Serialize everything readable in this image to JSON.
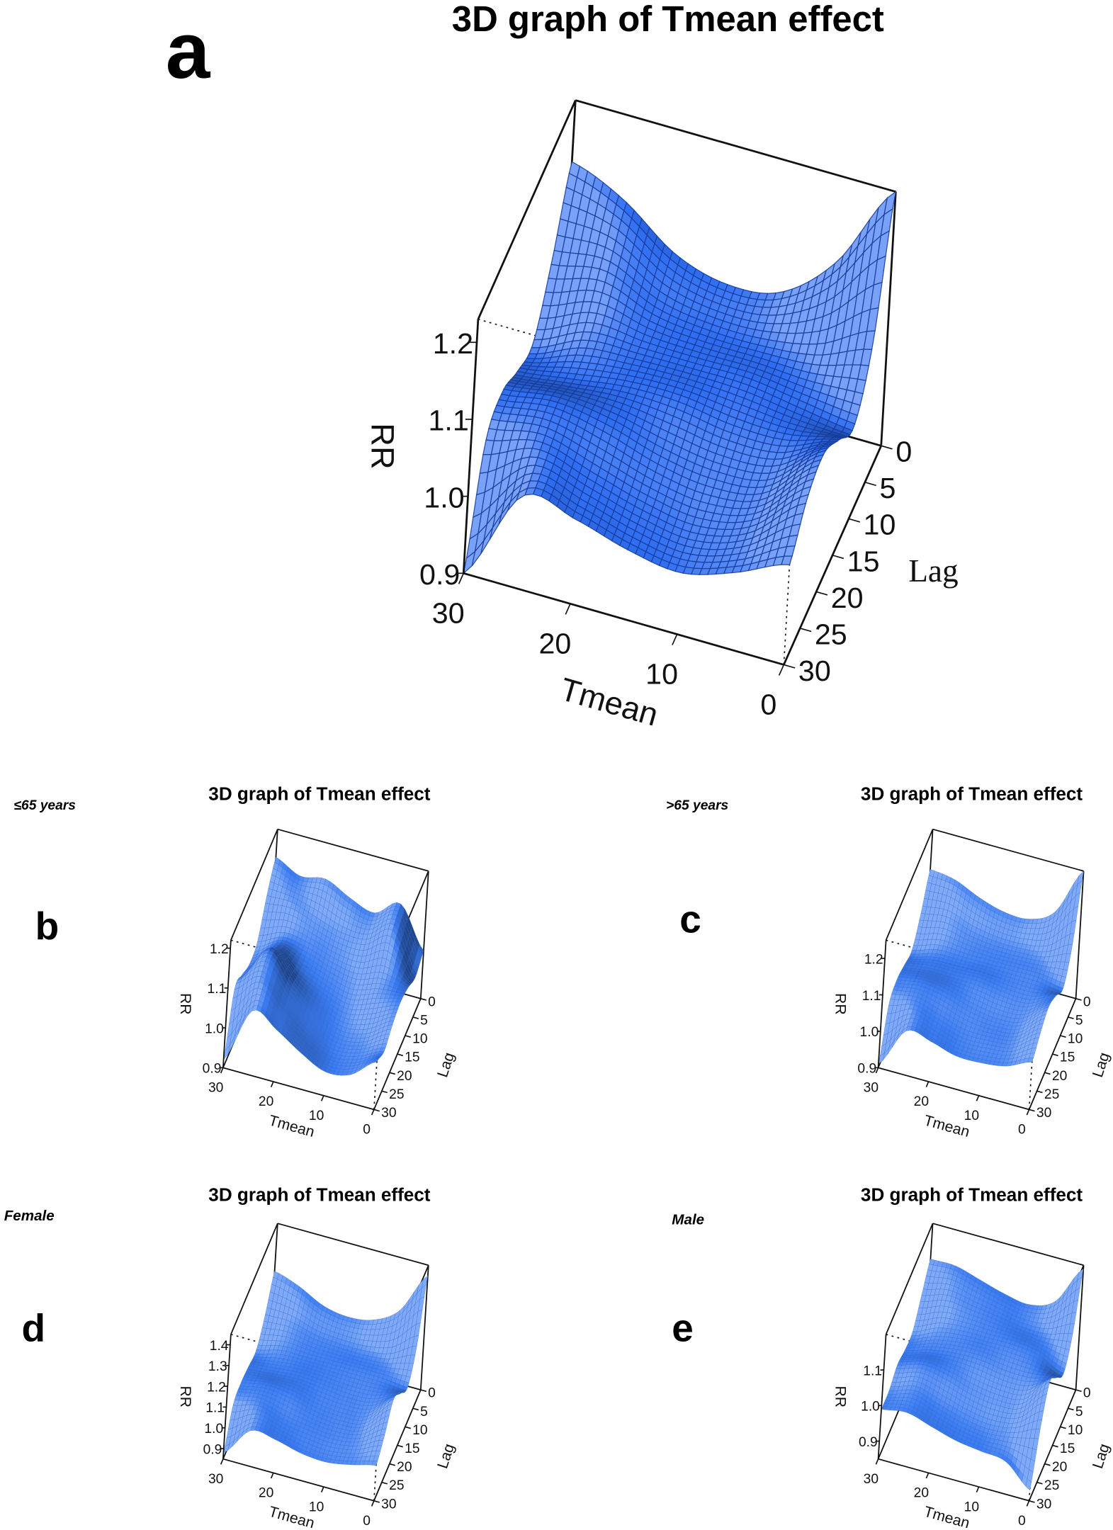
{
  "chart_data": [
    {
      "panel": "a",
      "type": "surface",
      "title": "3D graph of Tmean effect",
      "group_label": "",
      "xlabel": "Tmean",
      "ylabel": "Lag",
      "zlabel": "RR",
      "x_ticks": [
        0,
        10,
        20,
        30
      ],
      "y_ticks": [
        0,
        5,
        10,
        15,
        20,
        25,
        30
      ],
      "z_ticks": [
        0.9,
        1.0,
        1.1,
        1.2
      ],
      "xlim": [
        0,
        30
      ],
      "ylim": [
        0,
        30
      ],
      "zlim": [
        0.9,
        1.23
      ],
      "grid_x": [
        0,
        5,
        10,
        15,
        20,
        25,
        30
      ],
      "grid_y": [
        0,
        5,
        10,
        15,
        20,
        25,
        30
      ],
      "rr": [
        [
          1.23,
          1.12,
          1.06,
          1.05,
          1.07,
          1.12,
          1.15
        ],
        [
          1.08,
          1.05,
          1.04,
          1.04,
          1.05,
          1.08,
          1.07
        ],
        [
          1.02,
          1.03,
          1.04,
          1.04,
          1.04,
          1.04,
          1.01
        ],
        [
          1.05,
          1.03,
          1.03,
          1.04,
          1.04,
          1.03,
          1.02
        ],
        [
          1.08,
          1.02,
          1.01,
          1.02,
          1.04,
          1.05,
          1.04
        ],
        [
          1.07,
          1.01,
          0.99,
          1.0,
          1.02,
          1.04,
          1.02
        ],
        [
          1.03,
          1.0,
          0.98,
          0.99,
          1.01,
          1.02,
          0.9
        ]
      ],
      "surface_color": "#2f6ef2",
      "mesh_color": "#163c9c"
    },
    {
      "panel": "b",
      "type": "surface",
      "title": "3D graph of Tmean effect",
      "group_label": "≤65 years",
      "xlabel": "Tmean",
      "ylabel": "Lag",
      "zlabel": "RR",
      "x_ticks": [
        0,
        10,
        20,
        30
      ],
      "y_ticks": [
        0,
        5,
        10,
        15,
        20,
        25,
        30
      ],
      "z_ticks": [
        0.9,
        1.0,
        1.1,
        1.2
      ],
      "xlim": [
        0,
        30
      ],
      "ylim": [
        0,
        30
      ],
      "zlim": [
        0.9,
        1.22
      ],
      "grid_x": [
        0,
        5,
        10,
        15,
        20,
        25,
        30
      ],
      "grid_y": [
        0,
        5,
        10,
        15,
        20,
        25,
        30
      ],
      "rr": [
        [
          1.02,
          1.12,
          1.08,
          1.1,
          1.13,
          1.12,
          1.15
        ],
        [
          1.0,
          1.1,
          1.06,
          1.06,
          1.08,
          1.1,
          1.1
        ],
        [
          1.02,
          1.04,
          1.02,
          1.03,
          1.05,
          1.06,
          1.03
        ],
        [
          1.03,
          1.01,
          0.99,
          1.01,
          1.04,
          1.08,
          1.02
        ],
        [
          1.02,
          0.98,
          0.97,
          1.0,
          1.05,
          1.12,
          1.04
        ],
        [
          1.0,
          0.97,
          0.96,
          0.99,
          1.04,
          1.1,
          1.05
        ],
        [
          1.02,
          0.97,
          0.96,
          0.99,
          1.03,
          1.06,
          0.92
        ]
      ],
      "surface_color": "#3a7cf2",
      "mesh_color": "#2a5fd0"
    },
    {
      "panel": "c",
      "type": "surface",
      "title": "3D graph of Tmean effect",
      "group_label": ">65 years",
      "xlabel": "Tmean",
      "ylabel": "Lag",
      "zlabel": "RR",
      "x_ticks": [
        0,
        10,
        20,
        30
      ],
      "y_ticks": [
        0,
        5,
        10,
        15,
        20,
        25,
        30
      ],
      "z_ticks": [
        0.9,
        1.0,
        1.1,
        1.2
      ],
      "xlim": [
        0,
        30
      ],
      "ylim": [
        0,
        30
      ],
      "zlim": [
        0.9,
        1.25
      ],
      "grid_x": [
        0,
        5,
        10,
        15,
        20,
        25,
        30
      ],
      "grid_y": [
        0,
        5,
        10,
        15,
        20,
        25,
        30
      ],
      "rr": [
        [
          1.25,
          1.12,
          1.08,
          1.08,
          1.1,
          1.13,
          1.14
        ],
        [
          1.1,
          1.06,
          1.05,
          1.05,
          1.06,
          1.08,
          1.07
        ],
        [
          1.03,
          1.04,
          1.04,
          1.04,
          1.04,
          1.04,
          1.02
        ],
        [
          1.06,
          1.03,
          1.03,
          1.04,
          1.04,
          1.04,
          1.03
        ],
        [
          1.08,
          1.02,
          1.01,
          1.02,
          1.04,
          1.05,
          1.04
        ],
        [
          1.06,
          1.01,
          1.0,
          1.0,
          1.02,
          1.04,
          1.02
        ],
        [
          1.03,
          1.0,
          0.99,
          0.99,
          1.01,
          1.02,
          0.91
        ]
      ],
      "surface_color": "#3a7cf2",
      "mesh_color": "#2a5fd0"
    },
    {
      "panel": "d",
      "type": "surface",
      "title": "3D graph of Tmean effect",
      "group_label": "Female",
      "xlabel": "Tmean",
      "ylabel": "Lag",
      "zlabel": "RR",
      "x_ticks": [
        0,
        10,
        20,
        30
      ],
      "y_ticks": [
        0,
        5,
        10,
        15,
        20,
        25,
        30
      ],
      "z_ticks": [
        0.9,
        1.0,
        1.1,
        1.2,
        1.3,
        1.4
      ],
      "xlim": [
        0,
        30
      ],
      "ylim": [
        0,
        30
      ],
      "zlim": [
        0.85,
        1.45
      ],
      "grid_x": [
        0,
        5,
        10,
        15,
        20,
        25,
        30
      ],
      "grid_y": [
        0,
        5,
        10,
        15,
        20,
        25,
        30
      ],
      "rr": [
        [
          1.4,
          1.2,
          1.12,
          1.1,
          1.12,
          1.18,
          1.22
        ],
        [
          1.15,
          1.08,
          1.06,
          1.06,
          1.07,
          1.1,
          1.1
        ],
        [
          1.04,
          1.05,
          1.05,
          1.05,
          1.05,
          1.05,
          1.02
        ],
        [
          1.1,
          1.04,
          1.03,
          1.04,
          1.05,
          1.04,
          1.03
        ],
        [
          1.16,
          1.03,
          1.01,
          1.02,
          1.05,
          1.06,
          1.04
        ],
        [
          1.08,
          1.01,
          0.99,
          1.0,
          1.02,
          1.05,
          1.02
        ],
        [
          1.02,
          0.99,
          0.97,
          0.98,
          1.01,
          1.02,
          0.88
        ]
      ],
      "surface_color": "#3a7cf2",
      "mesh_color": "#2a5fd0"
    },
    {
      "panel": "e",
      "type": "surface",
      "title": "3D graph of Tmean effect",
      "group_label": "Male",
      "xlabel": "Tmean",
      "ylabel": "Lag",
      "zlabel": "RR",
      "x_ticks": [
        0,
        10,
        20,
        30
      ],
      "y_ticks": [
        0,
        5,
        10,
        15,
        20,
        25,
        30
      ],
      "z_ticks": [
        0.9,
        1.0,
        1.1
      ],
      "xlim": [
        0,
        30
      ],
      "ylim": [
        0,
        30
      ],
      "zlim": [
        0.85,
        1.2
      ],
      "grid_x": [
        0,
        5,
        10,
        15,
        20,
        25,
        30
      ],
      "grid_y": [
        0,
        5,
        10,
        15,
        20,
        25,
        30
      ],
      "rr": [
        [
          1.19,
          1.08,
          1.05,
          1.06,
          1.08,
          1.1,
          1.1
        ],
        [
          1.06,
          1.04,
          1.04,
          1.05,
          1.06,
          1.07,
          1.05
        ],
        [
          1.0,
          1.03,
          1.04,
          1.04,
          1.04,
          1.03,
          1.0
        ],
        [
          1.04,
          1.02,
          1.02,
          1.03,
          1.03,
          1.02,
          1.0
        ],
        [
          1.08,
          1.0,
          0.99,
          1.0,
          1.02,
          1.03,
          1.01
        ],
        [
          1.0,
          0.97,
          0.96,
          0.97,
          0.99,
          1.01,
          0.99
        ],
        [
          0.88,
          0.94,
          0.95,
          0.96,
          0.98,
          1.0,
          0.99
        ]
      ],
      "surface_color": "#3a7cf2",
      "mesh_color": "#2a5fd0"
    }
  ],
  "panel_letters": [
    "a",
    "b",
    "c",
    "d",
    "e"
  ]
}
